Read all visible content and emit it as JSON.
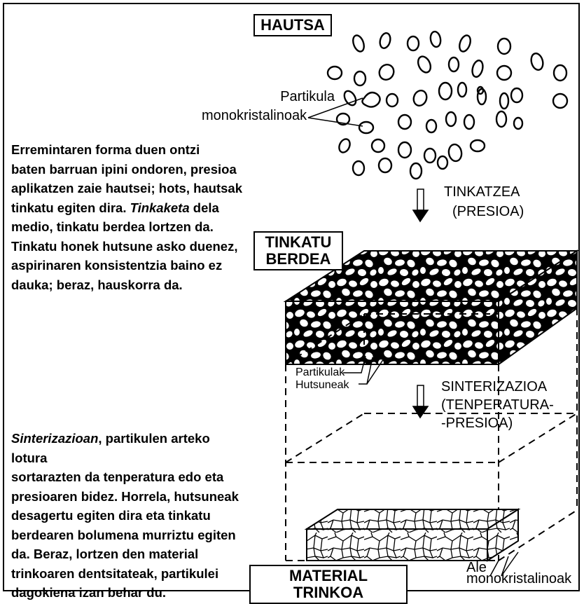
{
  "labels": {
    "hautsa": "HAUTSA",
    "tinkatu_berdea_line1": "TINKATU",
    "tinkatu_berdea_line2": "BERDEA",
    "material_trinkoa": "MATERIAL TRINKOA",
    "partikula": "Partikula",
    "monokristalinoak": "monokristalinoak",
    "tinkatzea": "TINKATZEA",
    "presioa": "(PRESIOA)",
    "sinterizazioa": "SINTERIZAZIOA",
    "tenperatura": "(TENPERATURA-",
    "presioa2": "-PRESIOA)",
    "partikulak": "Partikulak",
    "hutsuneak": "Hutsuneak",
    "ale": "Ale",
    "ale_monokristalinoak": "monokristalinoak"
  },
  "paragraph1": {
    "l1": "Erremintaren forma duen ontzi",
    "l2": "baten barruan ipini ondoren, presioa",
    "l3": "aplikatzen zaie hautsei; hots, hautsak",
    "l4a": "tinkatu egiten dira. ",
    "l4em": "Tinkaketa",
    "l4b": " dela",
    "l5": "medio, tinkatu berdea lortzen da.",
    "l6": "Tinkatu honek hutsune asko duenez,",
    "l7": "aspirinaren konsistentzia baino ez",
    "l8": "dauka; beraz, hauskorra da."
  },
  "paragraph2": {
    "l1em": "Sinterizazioan",
    "l1b": ", partikulen arteko lotura",
    "l2": "sortarazten da tenperatura edo eta",
    "l3": "presioaren bidez. Horrela, hutsuneak",
    "l4": "desagertu egiten dira eta tinkatu",
    "l5": "berdearen bolumena murriztu egiten",
    "l6": "da. Beraz, lortzen den material",
    "l7": "trinkoaren dentsitateak, partikulei",
    "l8": "dagokiena izan behar du."
  }
}
